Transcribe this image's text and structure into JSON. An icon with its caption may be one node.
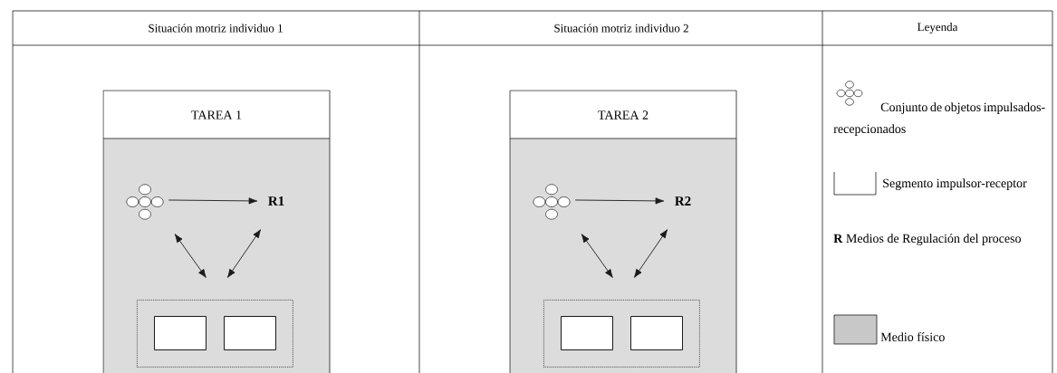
{
  "diagram": {
    "nodes": [
      {
        "text": [
          "TAREA 1"
        ]
      },
      {
        "text": [],
        "shape": "picture",
        "in": 0
      },
      {
        "text": [
          "R1"
        ],
        "in": 0
      },
      {
        "text": [],
        "shape": "box",
        "in": 0
      },
      {
        "text": [],
        "shape": "box",
        "in": 3
      },
      {
        "text": [],
        "shape": "box",
        "in": 3
      },
      {
        "text": [
          "TAREA 2"
        ]
      },
      {
        "text": [],
        "shape": "picture",
        "in": 6
      },
      {
        "text": [
          "R2"
        ],
        "in": 6
      },
      {
        "text": [],
        "shape": "box",
        "in": 6
      },
      {
        "text": [],
        "shape": "box",
        "in": 9
      },
      {
        "text": [],
        "shape": "box",
        "in": 9
      }
    ],
    "edges": [
      {
        "from": 1,
        "to": 2,
        "arrow": "to"
      },
      {
        "from": 1,
        "to": 3,
        "arrow": "both"
      },
      {
        "from": 2,
        "to": 3,
        "arrow": "both"
      },
      {
        "from": 7,
        "to": 8,
        "arrow": "to"
      },
      {
        "from": 7,
        "to": 9,
        "arrow": "both"
      },
      {
        "from": 8,
        "to": 9,
        "arrow": "both"
      }
    ],
    "labels": [
      "Situación motriz individuo 1",
      "Situación motriz individuo 2",
      "Leyenda"
    ],
    "legend": [
      {
        "text": "Conjunto de objetos impulsados-recepcionados"
      },
      {
        "text": "Segmento impulsor-receptor"
      },
      {
        "text": "**R** Medios de Regulación del proceso"
      },
      {
        "text": "Medio físico",
        "color": "#c8c8c8"
      }
    ]
  }
}
